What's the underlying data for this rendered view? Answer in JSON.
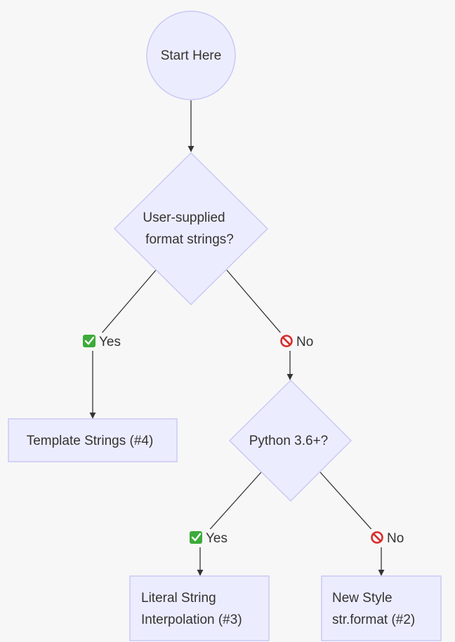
{
  "nodes": {
    "start": "Start Here",
    "user_supplied_q": [
      "User-supplied",
      "format strings?"
    ],
    "template_strings": "Template Strings (#4)",
    "python_36_q": "Python 3.6+?",
    "literal_interpolation": [
      "Literal String",
      "Interpolation (#3)"
    ],
    "new_style": [
      "New Style",
      "str.format (#2)"
    ]
  },
  "edges": {
    "yes_label_1": "Yes",
    "no_label_1": "No",
    "yes_label_2": "Yes",
    "no_label_2": "No"
  },
  "icons": {
    "yes": "check-mark-icon",
    "no": "prohibited-icon"
  },
  "colors": {
    "node_fill": "#ececff",
    "node_stroke": "#c9c9f5",
    "edge": "#333333",
    "yes_icon": "#3cab3a",
    "no_icon": "#d92b2b"
  }
}
